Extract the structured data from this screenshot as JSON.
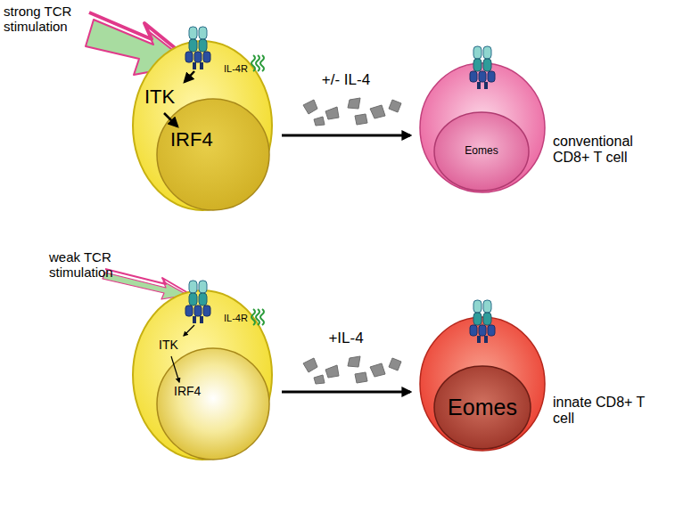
{
  "diagram": {
    "nodes": [
      {
        "text": [
          "ITK",
          "IL-4R"
        ]
      },
      {
        "text": [
          "IRF4"
        ],
        "in": 0
      },
      {
        "text": [
          "conventional CD8+ T cell"
        ]
      },
      {
        "text": [
          "Eomes"
        ],
        "in": 2
      },
      {
        "text": [
          "ITK",
          "IL-4R"
        ]
      },
      {
        "text": [
          "IRF4"
        ],
        "in": 4
      },
      {
        "text": [
          "innate CD8+ T cell"
        ]
      },
      {
        "text": [
          "Eomes"
        ],
        "in": 6
      }
    ],
    "edges": [
      {
        "from": 0,
        "to": 2,
        "label": "+/- IL-4",
        "arrow": "to"
      },
      {
        "from": 4,
        "to": 6,
        "label": "+IL-4",
        "arrow": "to"
      }
    ],
    "labels": [
      "strong TCR stimulation",
      "weak TCR stimulation"
    ]
  }
}
